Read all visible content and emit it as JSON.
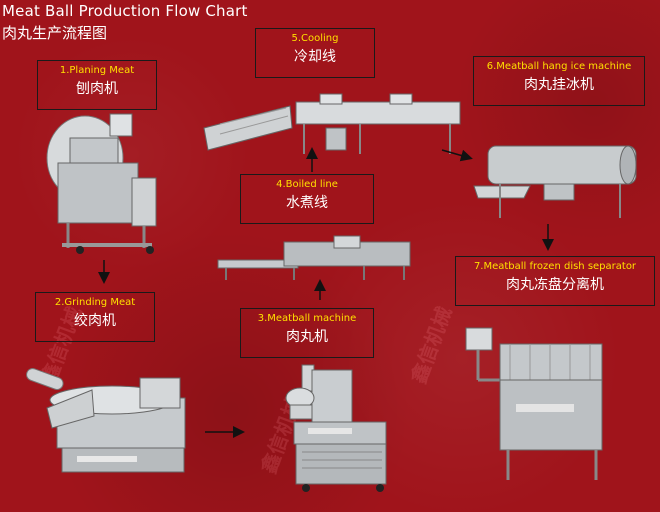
{
  "title": {
    "en": "Meat Ball Production Flow Chart",
    "cn": "肉丸生产流程图"
  },
  "steps": [
    {
      "en": "1.Planing Meat",
      "cn": "刨肉机"
    },
    {
      "en": "2.Grinding  Meat",
      "cn": "绞肉机"
    },
    {
      "en": "3.Meatball machine",
      "cn": "肉丸机"
    },
    {
      "en": "4.Boiled line",
      "cn": "水煮线"
    },
    {
      "en": "5.Cooling",
      "cn": "冷却线"
    },
    {
      "en": "6.Meatball hang ice machine",
      "cn": "肉丸挂冰机"
    },
    {
      "en": "7.Meatball frozen dish separator",
      "cn": "肉丸冻盘分离机"
    }
  ],
  "colors": {
    "background": "#a0141b",
    "label_en": "#ffe000",
    "label_cn": "#ffffff",
    "arrow": "#111111"
  }
}
